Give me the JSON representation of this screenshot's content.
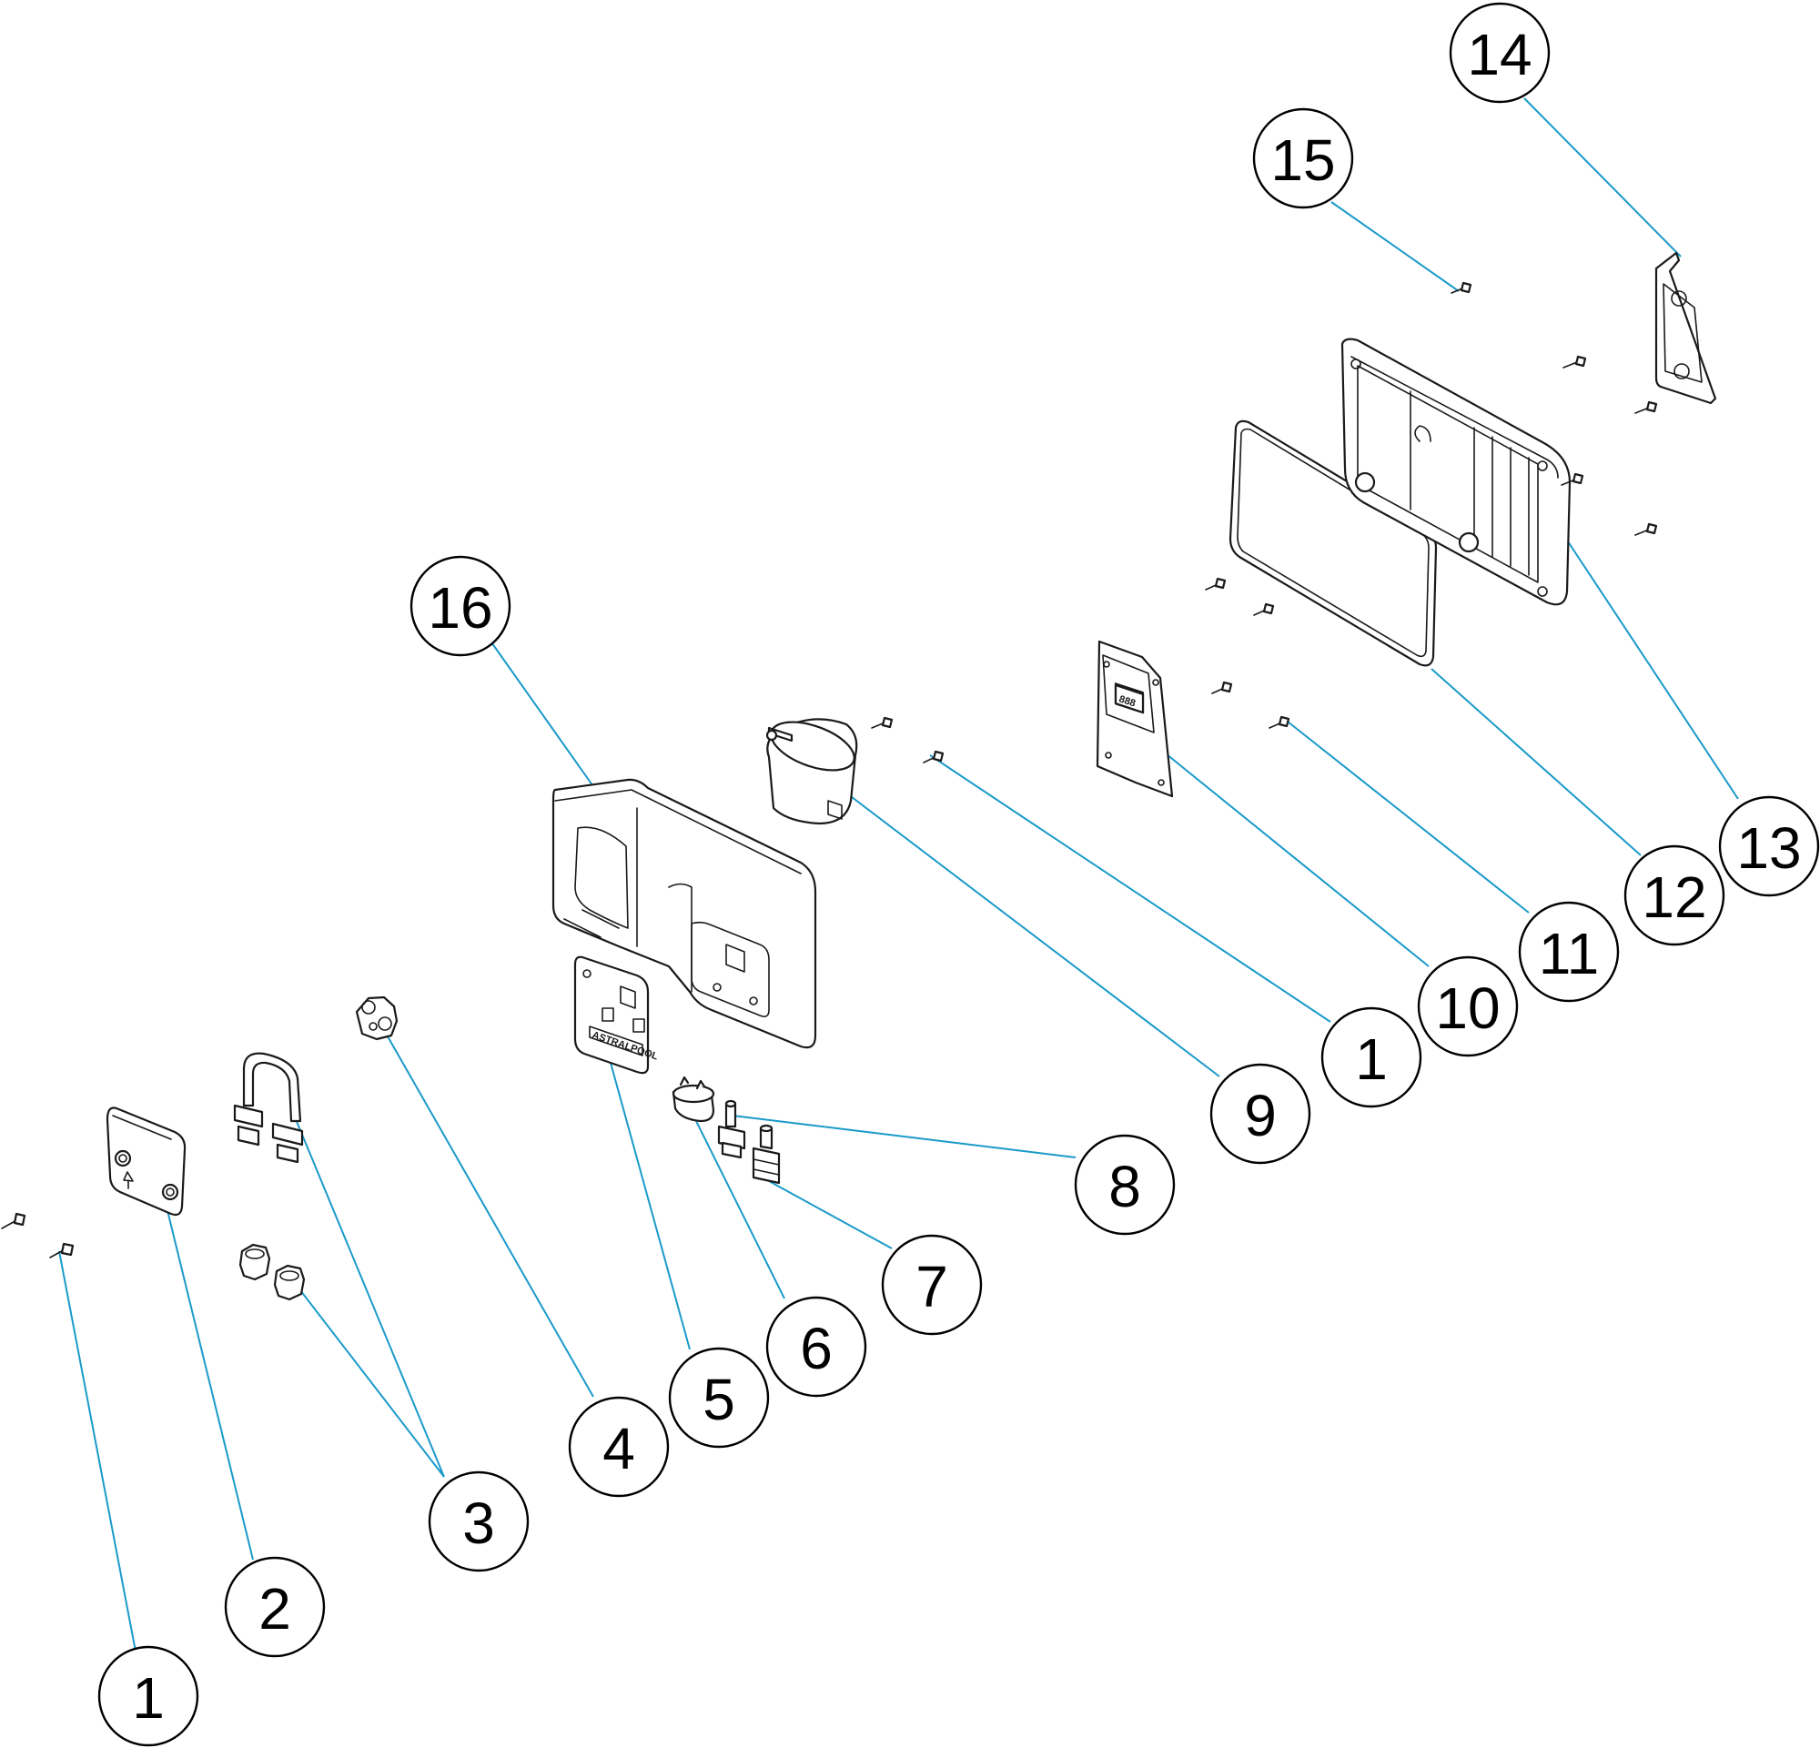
{
  "bubbles": [
    {
      "id": "b-1-bottom",
      "label": "1"
    },
    {
      "id": "b-2",
      "label": "2"
    },
    {
      "id": "b-3",
      "label": "3"
    },
    {
      "id": "b-4",
      "label": "4"
    },
    {
      "id": "b-5",
      "label": "5"
    },
    {
      "id": "b-6",
      "label": "6"
    },
    {
      "id": "b-7",
      "label": "7"
    },
    {
      "id": "b-8",
      "label": "8"
    },
    {
      "id": "b-9",
      "label": "9"
    },
    {
      "id": "b-1-mid",
      "label": "1"
    },
    {
      "id": "b-10",
      "label": "10"
    },
    {
      "id": "b-11",
      "label": "11"
    },
    {
      "id": "b-12",
      "label": "12"
    },
    {
      "id": "b-13",
      "label": "13"
    },
    {
      "id": "b-14",
      "label": "14"
    },
    {
      "id": "b-15",
      "label": "15"
    },
    {
      "id": "b-16",
      "label": "16"
    }
  ],
  "panel_brand": "ASTRALPOOL",
  "display_digits": "888",
  "colors": {
    "leader": "#1a9ac9",
    "outline": "#1a1a1a"
  }
}
